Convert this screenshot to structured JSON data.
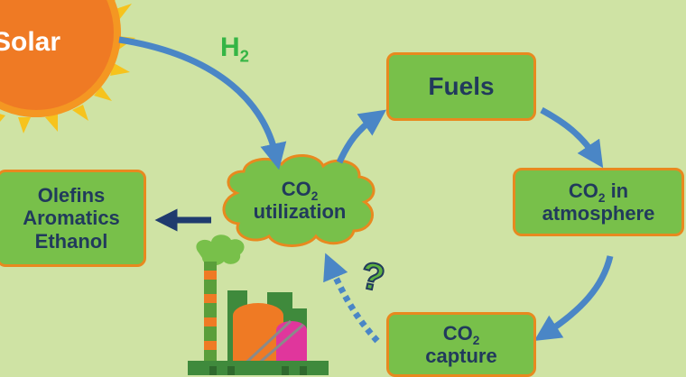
{
  "sun": {
    "label": "Solar"
  },
  "h2": {
    "main": "H",
    "sub": "2"
  },
  "cloud": {
    "line1_main": "CO",
    "line1_sub": "2",
    "line2": "utilization"
  },
  "fuels": {
    "label": "Fuels"
  },
  "atmosphere": {
    "line1_main": "CO",
    "line1_sub": "2",
    "line1_rest": " in",
    "line2": "atmosphere"
  },
  "capture": {
    "line1_main": "CO",
    "line1_sub": "2",
    "line2": "capture"
  },
  "products": {
    "items": [
      "Olefins",
      "Aromatics",
      "Ethanol"
    ]
  },
  "question": {
    "mark": "?"
  },
  "colors": {
    "background": "#cfe3a4",
    "box_fill": "#78c04a",
    "box_border": "#e8891f",
    "arrow": "#4a86c6",
    "text": "#213a5c",
    "h2_text": "#35b545"
  }
}
